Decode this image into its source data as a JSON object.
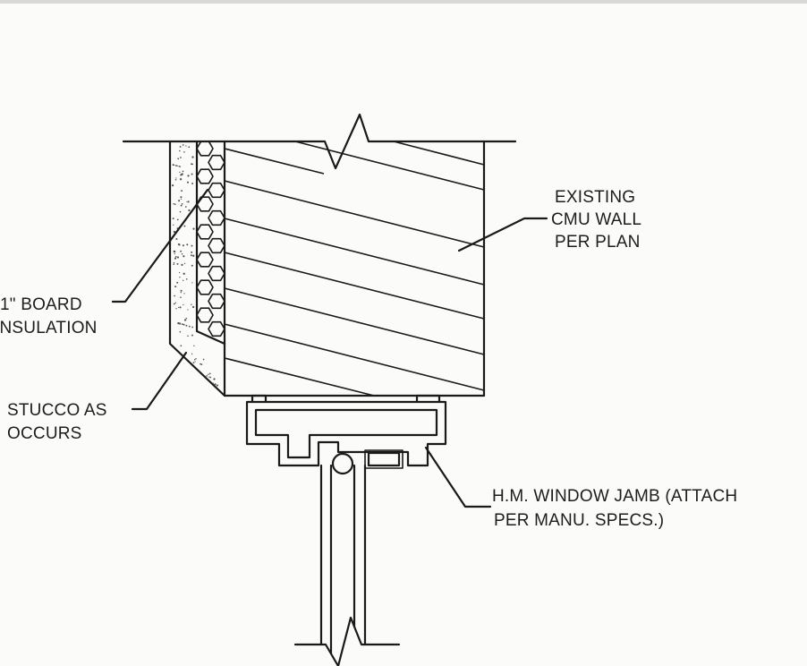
{
  "labels": {
    "existing_cmu": [
      "EXISTING",
      "CMU  WALL",
      "PER  PLAN"
    ],
    "board_insulation": [
      "1\"  BOARD",
      "INSULATION"
    ],
    "stucco": [
      "STUCCO  AS",
      "OCCURS"
    ],
    "window_jamb": [
      "H.M.  WINDOW  JAMB  (ATTACH",
      "PER  MANU.  SPECS.)"
    ]
  },
  "colors": {
    "line": "#1a1a1a",
    "paper": "#fbfbf9"
  }
}
